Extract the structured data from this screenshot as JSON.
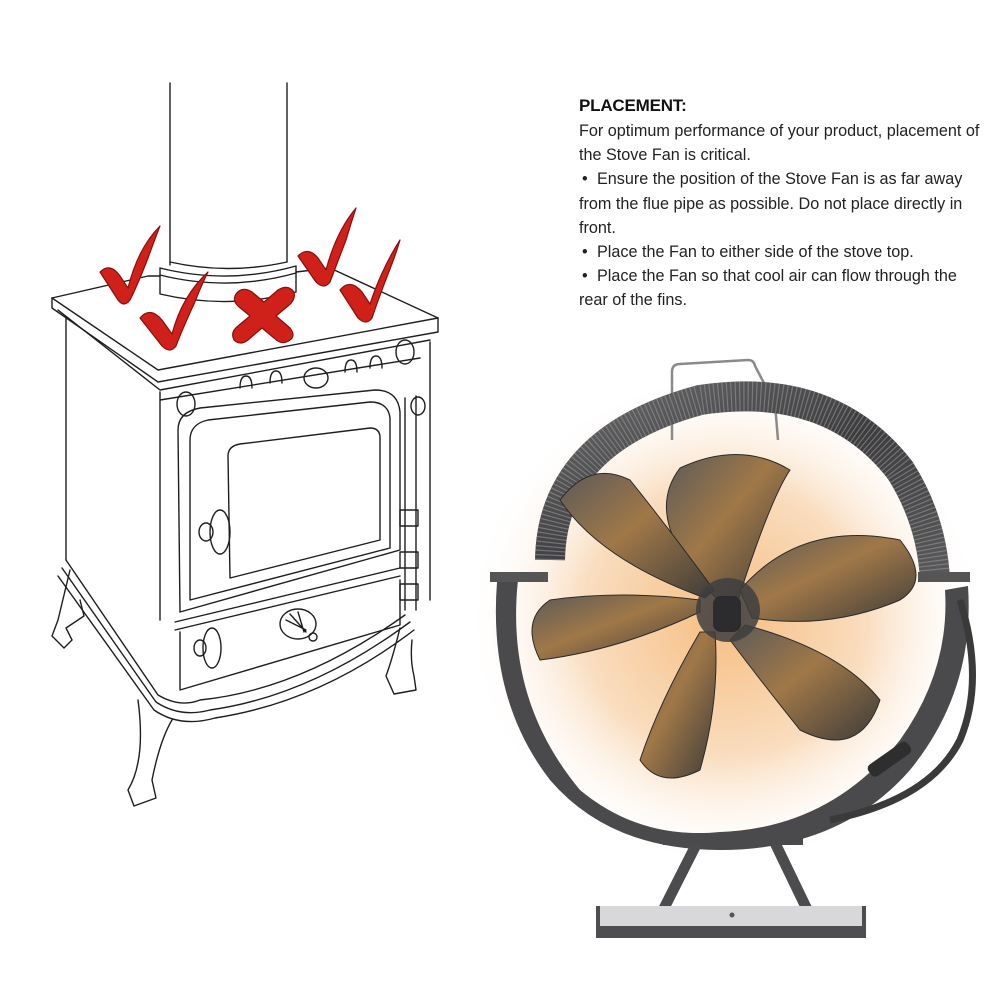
{
  "placement": {
    "title": "PLACEMENT:",
    "intro": "For optimum performance of your product, placement of the Stove Fan is critical.",
    "bullet_symbol": "•",
    "bullets": [
      "Ensure the position of the Stove Fan is as far away from the flue pipe as possible. Do not place directly in front.",
      "Place the Fan to either side of the stove top.",
      "Place the Fan so that cool air can flow through the rear of the fins."
    ]
  },
  "illustration": {
    "subject": "wood-burning stove line drawing",
    "markers": [
      {
        "type": "check",
        "meaning": "correct placement",
        "position": "rear-left"
      },
      {
        "type": "check",
        "meaning": "correct placement",
        "position": "front-left"
      },
      {
        "type": "cross",
        "meaning": "incorrect placement",
        "position": "front-center"
      },
      {
        "type": "check",
        "meaning": "correct placement",
        "position": "rear-right"
      },
      {
        "type": "check",
        "meaning": "correct placement",
        "position": "front-right"
      }
    ],
    "marker_color": "#d0201a"
  },
  "product": {
    "subject": "5-blade stove fan with heat glow",
    "glow_color": "#f0a050",
    "metal_color": "#4a4a4c"
  }
}
